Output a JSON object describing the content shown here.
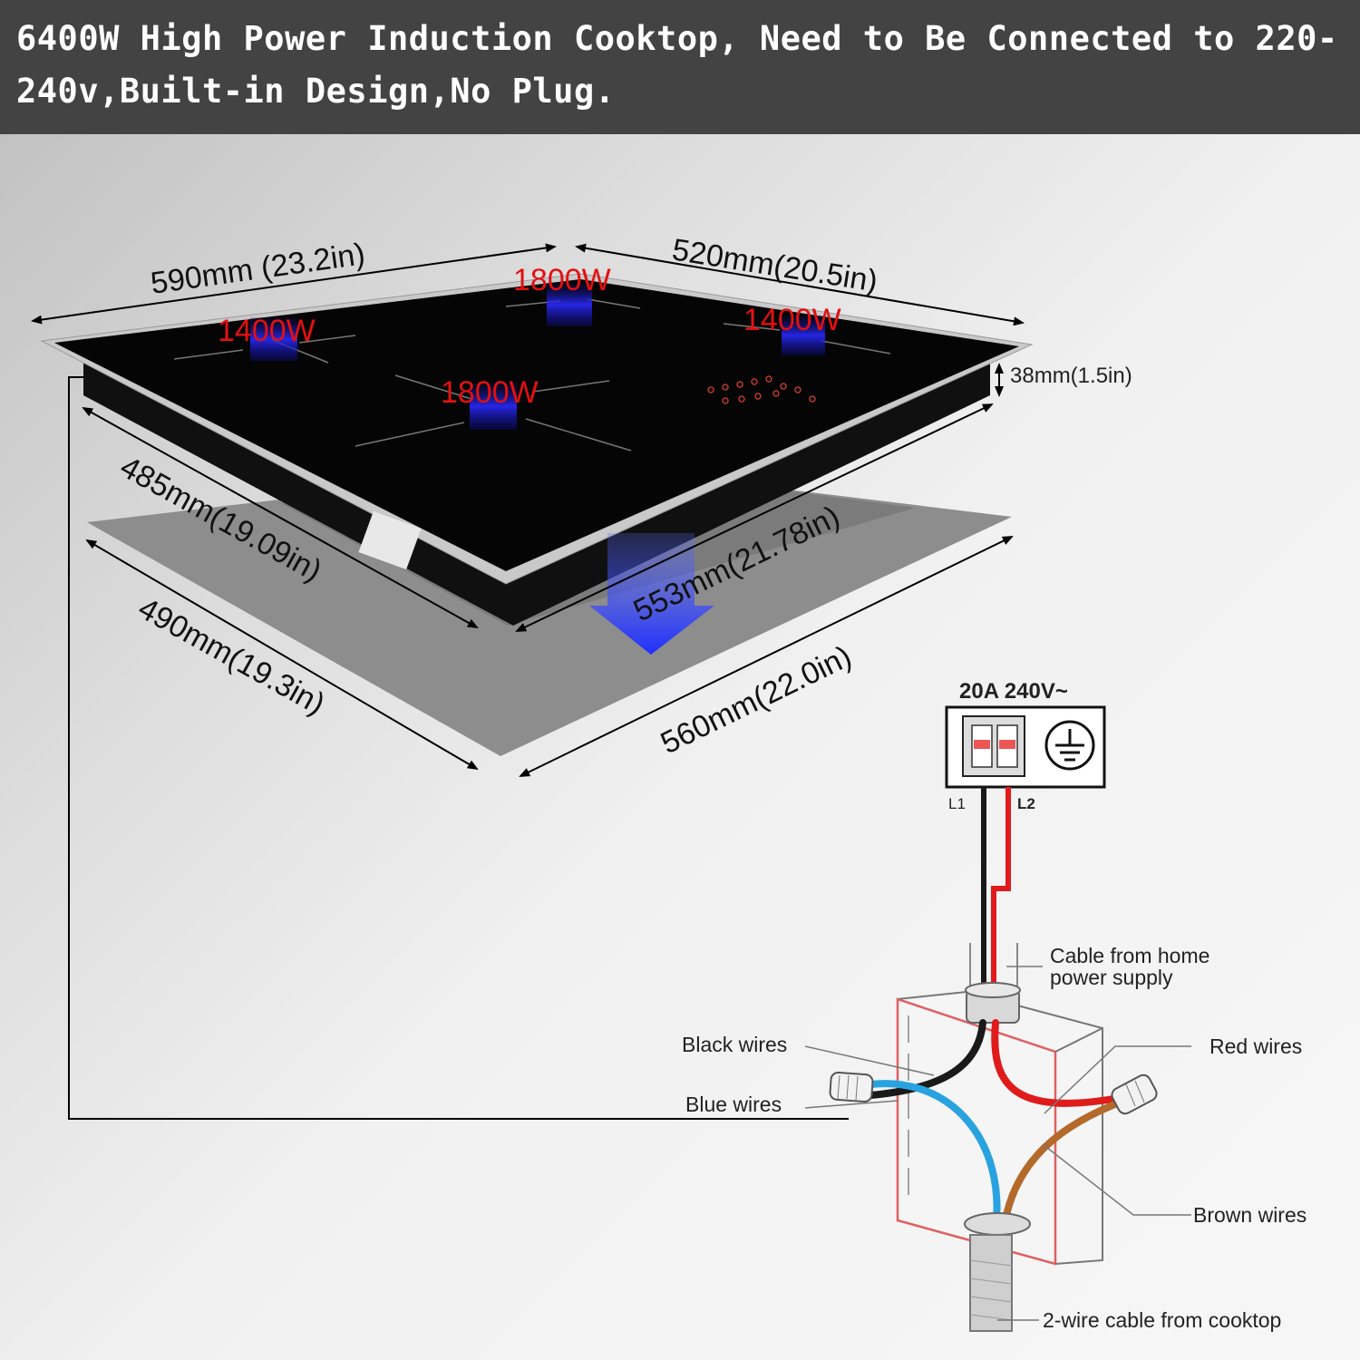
{
  "banner": {
    "title": "6400W High Power Induction Cooktop, Need to Be Connected to 220-240v,Built-in Design,No Plug."
  },
  "cooktop": {
    "burners": [
      {
        "power": "1400W"
      },
      {
        "power": "1800W"
      },
      {
        "power": "1400W"
      },
      {
        "power": "1800W"
      }
    ],
    "dimensions": {
      "top_width": "590mm (23.2in)",
      "top_depth": "520mm(20.5in)",
      "height": "38mm(1.5in)",
      "body_depth": "485mm(19.09in)",
      "body_width": "553mm(21.78in)",
      "cutout_depth": "490mm(19.3in)",
      "cutout_width": "560mm(22.0in)"
    },
    "colors": {
      "glass": "#050505",
      "frame": "#c9c9c9",
      "arrow": "#3344ff",
      "watt_text": "#e31010"
    }
  },
  "wiring": {
    "breaker_rating": "20A 240V~",
    "l1": "L1",
    "l2": "L2",
    "cable_home_line1": "Cable from home",
    "cable_home_line2": "power supply",
    "black_wires": "Black wires",
    "blue_wires": "Blue wires",
    "red_wires": "Red wires",
    "brown_wires": "Brown wires",
    "cable_cooktop": "2-wire cable from cooktop",
    "icons": [
      "breaker-icon",
      "ground-icon",
      "wire-nut-icon"
    ],
    "colors": {
      "black": "#1a1a1a",
      "blue": "#29a3e0",
      "red": "#e01b1b",
      "brown": "#b36a2a",
      "box_outline": "#e06060"
    }
  }
}
